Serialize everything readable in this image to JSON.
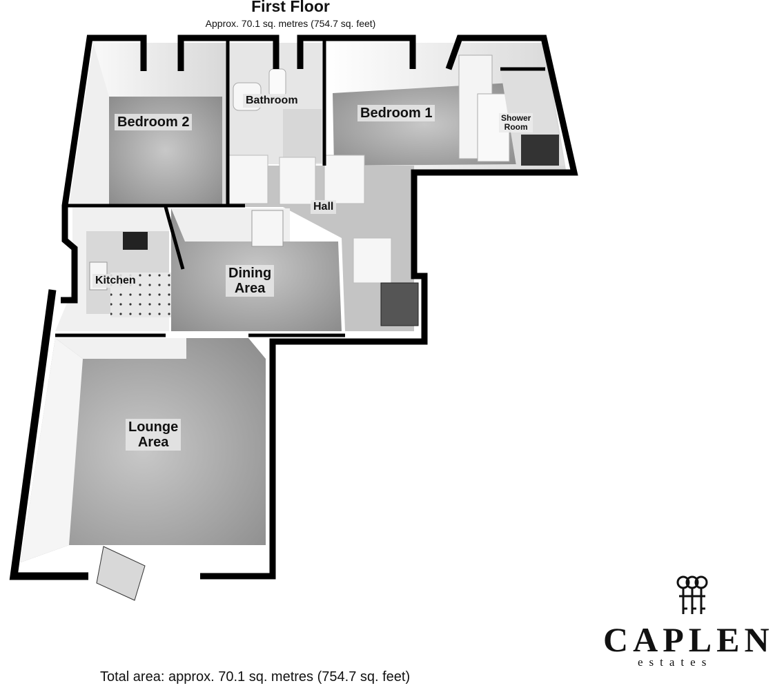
{
  "header": {
    "title": "First Floor",
    "subtitle": "Approx. 70.1 sq. metres (754.7 sq. feet)"
  },
  "rooms": {
    "bedroom2": "Bedroom 2",
    "bathroom": "Bathroom",
    "bedroom1": "Bedroom 1",
    "shower_line1": "Shower",
    "shower_line2": "Room",
    "hall": "Hall",
    "kitchen": "Kitchen",
    "dining_line1": "Dining",
    "dining_line2": "Area",
    "lounge_line1": "Lounge",
    "lounge_line2": "Area"
  },
  "footer": {
    "total": "Total area: approx. 70.1 sq. metres (754.7 sq. feet)"
  },
  "logo": {
    "name": "CAPLEN",
    "sub": "estates"
  },
  "colors": {
    "wall": "#000000",
    "floor": "#bdbdbd",
    "wall_face": "#f2f2f2"
  }
}
